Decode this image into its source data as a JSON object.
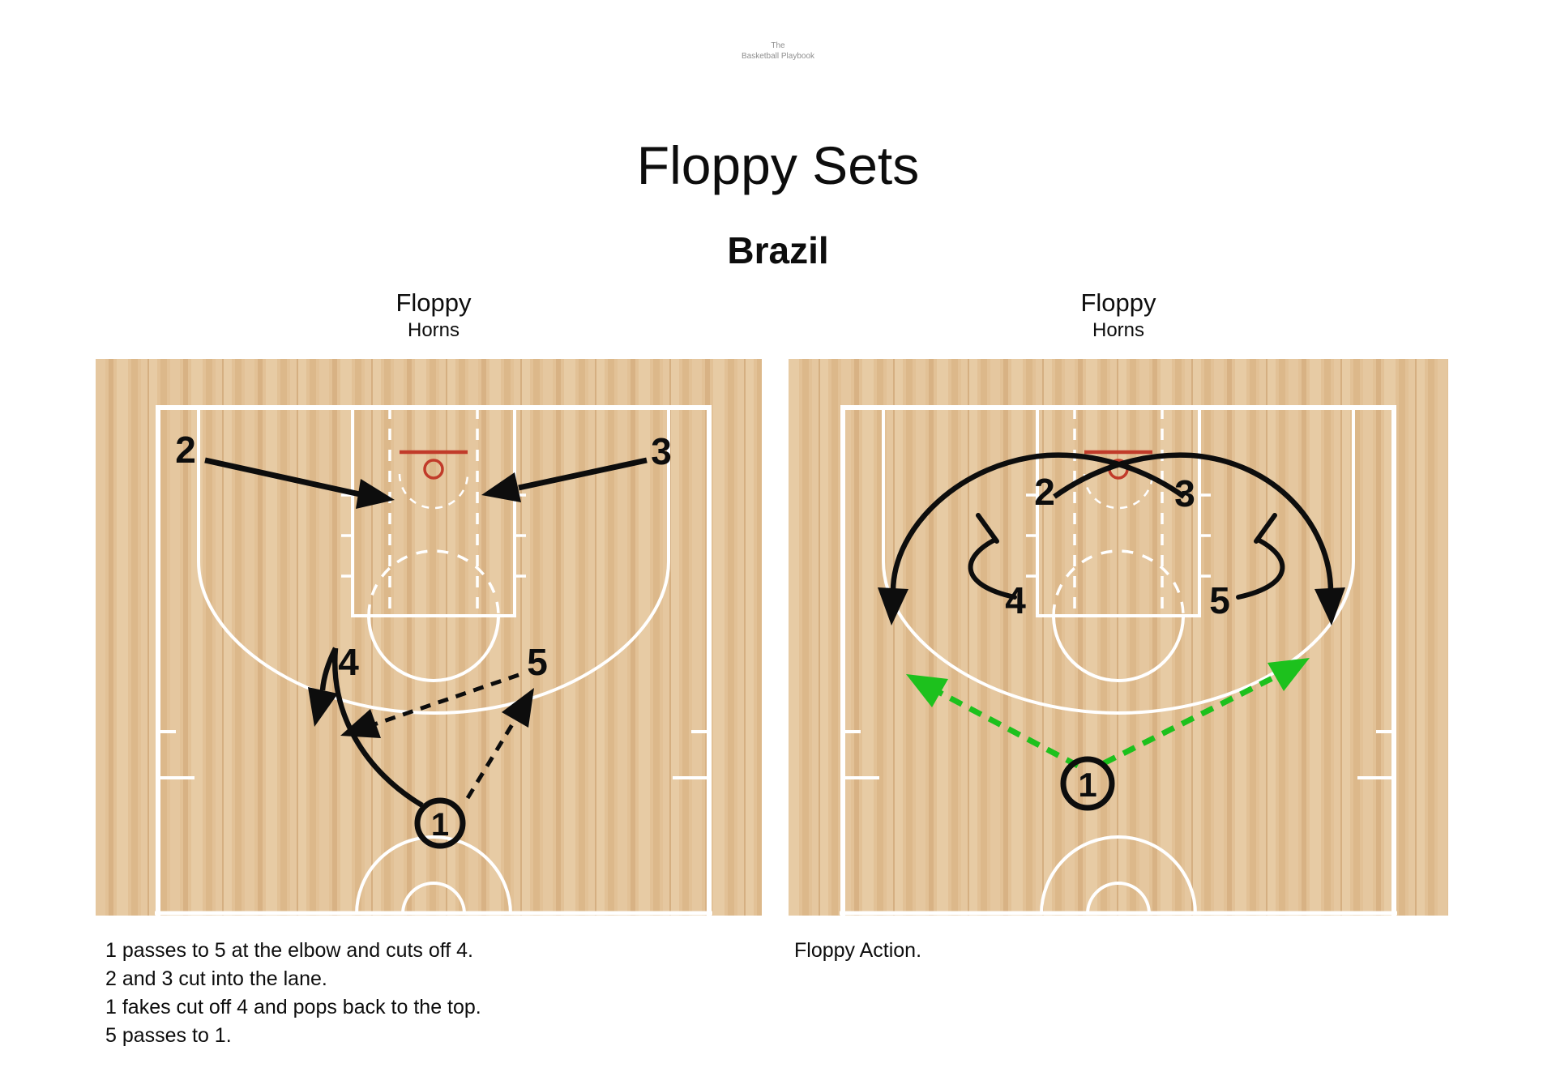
{
  "logo": {
    "line1": "The",
    "line2": "Basketball Playbook"
  },
  "header": {
    "title": "Floppy Sets",
    "subtitle": "Brazil"
  },
  "diagrams": [
    {
      "name": "Floppy",
      "variant": "Horns",
      "players": {
        "p1": "1",
        "p2": "2",
        "p3": "3",
        "p4": "4",
        "p5": "5"
      },
      "caption_lines": [
        "1 passes to 5 at the elbow and cuts off 4.",
        "2 and 3 cut into the lane.",
        "1 fakes cut off 4 and pops back to the top.",
        "5 passes to 1."
      ]
    },
    {
      "name": "Floppy",
      "variant": "Horns",
      "players": {
        "p1": "1",
        "p2": "2",
        "p3": "3",
        "p4": "4",
        "p5": "5"
      },
      "caption_lines": [
        "Floppy Action."
      ]
    }
  ],
  "colors": {
    "wood_base": "#e2c196",
    "wood_light": "#e7cba4",
    "wood_dark": "#dcb88a",
    "wood_mid": "#e5c79f",
    "wood_deep": "#d8b284",
    "wood_seam": "#c9a06e",
    "court_line": "#ffffff",
    "rim_red": "#c13b2a",
    "ink": "#0d0d0d",
    "pass_green": "#1dc11d",
    "logo_gray": "#8f8f8f"
  }
}
